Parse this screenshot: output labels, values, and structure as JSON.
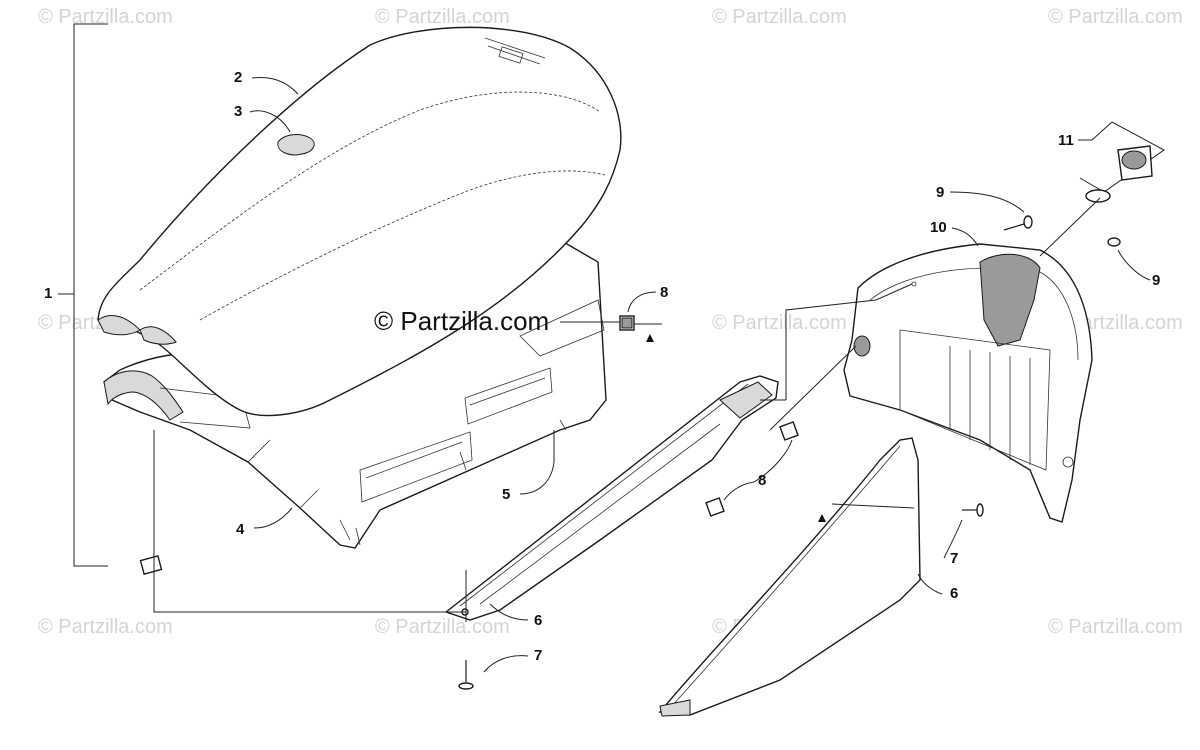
{
  "watermark": "© Partzilla.com",
  "center_watermark": "© Partzilla.com",
  "callouts": {
    "c1": "1",
    "c2": "2",
    "c3": "3",
    "c4": "4",
    "c5": "5",
    "c6a": "6",
    "c6b": "6",
    "c7a": "7",
    "c7b": "7",
    "c8a": "8",
    "c8b": "8",
    "c9a": "9",
    "c9b": "9",
    "c10": "10",
    "c11": "11"
  },
  "colors": {
    "line": "#1a1a1a",
    "watermark": "#d4d4d4",
    "shade": "#d9d9d9"
  }
}
